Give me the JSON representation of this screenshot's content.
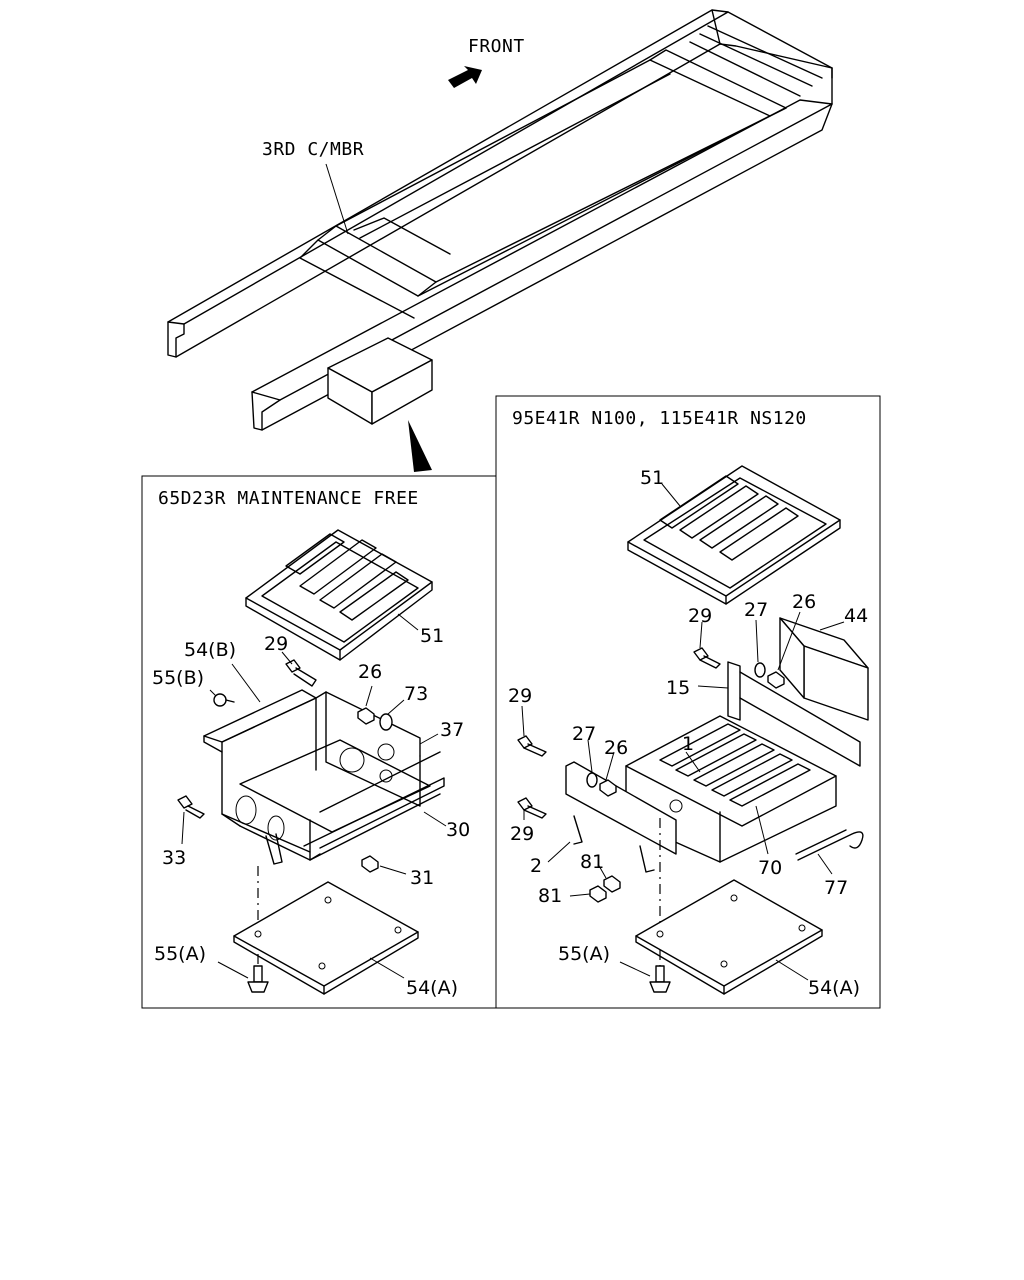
{
  "top": {
    "front": "FRONT",
    "member": "3RD C/MBR"
  },
  "left_panel": {
    "title": "65D23R MAINTENANCE FREE",
    "labels": {
      "l51": "51",
      "l54b": "54(B)",
      "l55b": "55(B)",
      "l29": "29",
      "l26": "26",
      "l73": "73",
      "l37": "37",
      "l33": "33",
      "l30": "30",
      "l31": "31",
      "l55a": "55(A)",
      "l54a": "54(A)"
    }
  },
  "right_panel": {
    "title": "95E41R N100, 115E41R NS120",
    "labels": {
      "l51": "51",
      "l29a": "29",
      "l27a": "27",
      "l26a": "26",
      "l44": "44",
      "l15": "15",
      "l29b": "29",
      "l27b": "27",
      "l26b": "26",
      "l1": "1",
      "l29c": "29",
      "l81a": "81",
      "l2": "2",
      "l70": "70",
      "l81b": "81",
      "l77": "77",
      "l55a": "55(A)",
      "l54a": "54(A)"
    }
  }
}
